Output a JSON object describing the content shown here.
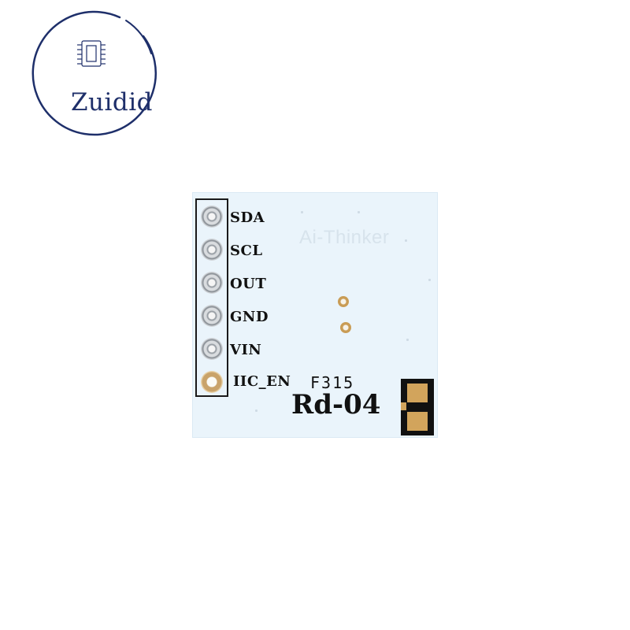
{
  "watermark": {
    "brand": "Zuidid",
    "icon": "chip-icon",
    "ring_color": "#1e2f6a"
  },
  "board": {
    "silkscreen_logo": "Ai-Thinker",
    "pins": [
      {
        "label": "SDA"
      },
      {
        "label": "SCL"
      },
      {
        "label": "OUT"
      },
      {
        "label": "GND"
      },
      {
        "label": "VIN"
      },
      {
        "label": "IIC_EN"
      }
    ],
    "code": "F315",
    "model": "Rd-04",
    "colors": {
      "board": "#eaf4fb",
      "pad": "#d2a45c",
      "ink": "#111111"
    }
  }
}
